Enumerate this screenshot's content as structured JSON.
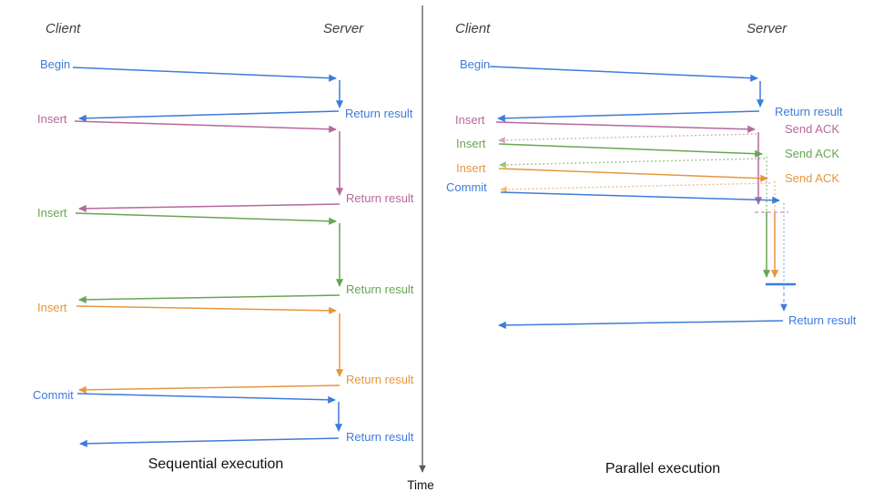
{
  "colors": {
    "blue": "#3e7bdb",
    "pink": "#b5699a",
    "green": "#66a653",
    "orange": "#e6963f",
    "blue_light": "#8fb6e8",
    "pink_light": "#d5a6bd",
    "green_light": "#93c47d",
    "orange_light": "#f3b878",
    "axis": "#595959"
  },
  "left_panel": {
    "client_header": "Client",
    "server_header": "Server",
    "caption": "Sequential execution",
    "ops": [
      {
        "label": "Begin",
        "color": "blue",
        "result": "Return result"
      },
      {
        "label": "Insert",
        "color": "pink",
        "result": "Return result"
      },
      {
        "label": "Insert",
        "color": "green",
        "result": "Return result"
      },
      {
        "label": "Insert",
        "color": "orange",
        "result": "Return result"
      },
      {
        "label": "Commit",
        "color": "blue",
        "result": "Return result"
      }
    ]
  },
  "right_panel": {
    "client_header": "Client",
    "server_header": "Server",
    "caption": "Parallel execution",
    "ops": [
      {
        "label": "Begin",
        "color": "blue",
        "result": "Return result"
      },
      {
        "label": "Insert",
        "color": "pink",
        "result": "Send ACK"
      },
      {
        "label": "Insert",
        "color": "green",
        "result": "Send ACK"
      },
      {
        "label": "Insert",
        "color": "orange",
        "result": "Send ACK"
      },
      {
        "label": "Commit",
        "color": "blue"
      }
    ],
    "final_result": "Return result"
  },
  "time_axis": {
    "label": "Time"
  }
}
